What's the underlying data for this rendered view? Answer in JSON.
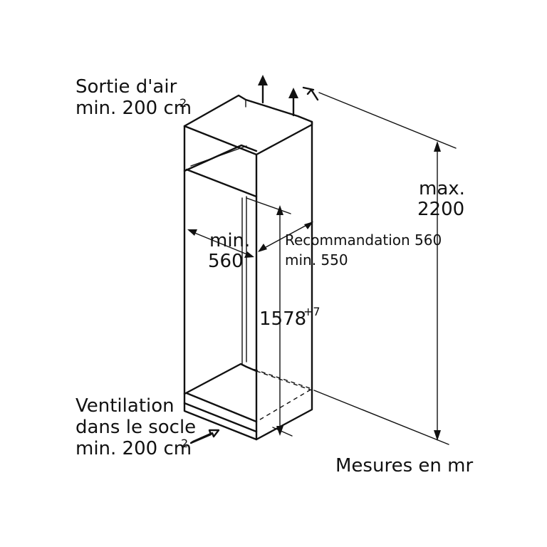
{
  "labels": {
    "air_outlet_line1": "Sortie d'air",
    "air_outlet_line2": "min. 200 cm",
    "air_outlet_sup": "2",
    "max_line1": "max.",
    "max_line2": "2200",
    "width_line1": "min.",
    "width_line2": "560",
    "depth_line1": "Recommandation 560",
    "depth_line2": "min. 550",
    "height_value": "1578",
    "height_tolerance": "+7",
    "vent_line1": "Ventilation",
    "vent_line2": "dans le socle",
    "vent_line3": "min. 200 cm",
    "vent_sup": "2",
    "units": "Mesures en mr"
  },
  "dimensions": {
    "max_height_mm": 2200,
    "niche_height_mm": 1578,
    "niche_height_tolerance_mm": 7,
    "min_width_mm": 560,
    "recommended_depth_mm": 560,
    "min_depth_mm": 550,
    "min_ventilation_area_cm2": 200
  }
}
